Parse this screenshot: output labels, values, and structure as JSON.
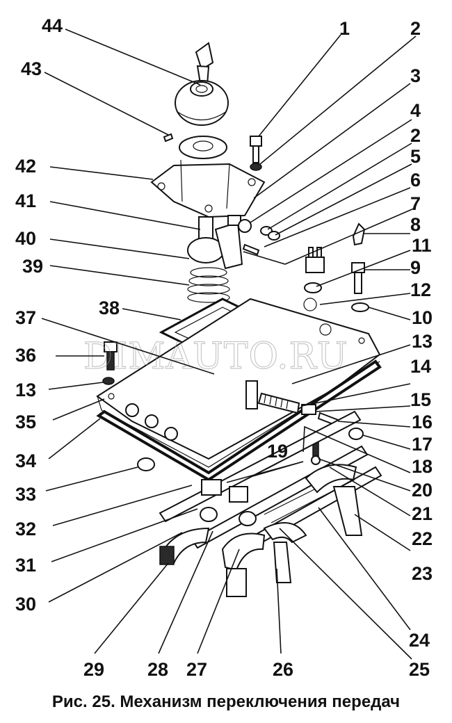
{
  "caption": "Рис. 25. Механизм переключения передач",
  "watermark": "DIMAUTO.RU",
  "callouts": [
    "1",
    "2",
    "3",
    "4",
    "2",
    "5",
    "6",
    "7",
    "8",
    "11",
    "9",
    "12",
    "10",
    "13",
    "14",
    "15",
    "16",
    "17",
    "18",
    "20",
    "21",
    "22",
    "23",
    "24",
    "25",
    "26",
    "27",
    "28",
    "29",
    "30",
    "31",
    "32",
    "33",
    "34",
    "35",
    "13",
    "36",
    "37",
    "38",
    "39",
    "40",
    "41",
    "42",
    "43",
    "44",
    "19"
  ]
}
